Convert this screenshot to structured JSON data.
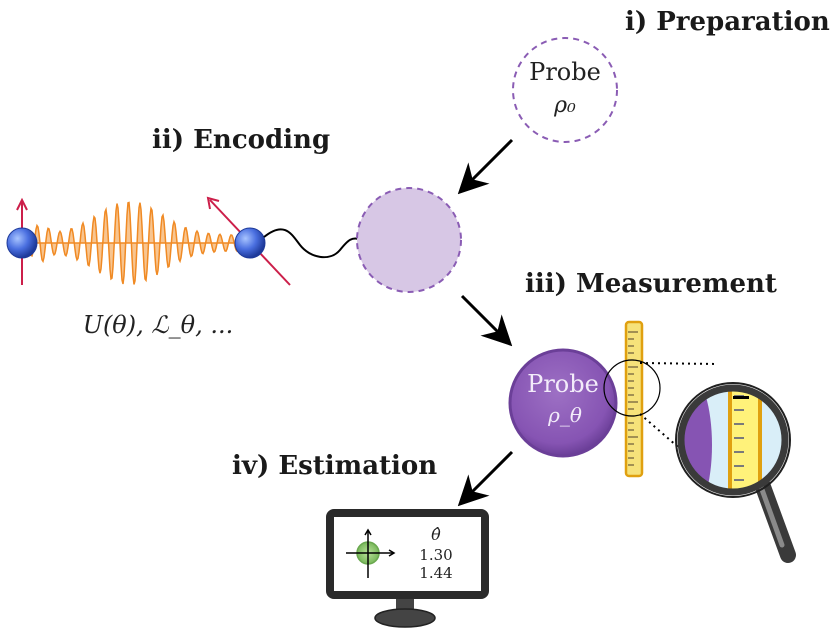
{
  "steps": {
    "preparation": "i) Preparation",
    "encoding": "ii) Encoding",
    "measurement": "iii) Measurement",
    "estimation": "iv) Estimation"
  },
  "probe_initial": {
    "label": "Probe",
    "state": "ρ₀"
  },
  "probe_final": {
    "label": "Probe",
    "state": "ρ_θ"
  },
  "encoding": {
    "operators": "U(θ), ℒ_θ, ..."
  },
  "monitor": {
    "estimator": "θ̂",
    "values": [
      "1.30",
      "1.44"
    ]
  },
  "colors": {
    "probe_light": "#d7c7e5",
    "probe_dark": "#8a5cb4",
    "wave": "#f6b26b",
    "spin_arrow": "#cc1f4a",
    "ruler": "#f6e27a",
    "ruler_edge": "#e0a010",
    "target_fill": "#9ccf7a"
  },
  "icons": [
    "down-left-arrow",
    "down-right-arrow",
    "spin-particle",
    "ruler",
    "magnifying-glass",
    "monitor",
    "crosshair"
  ]
}
